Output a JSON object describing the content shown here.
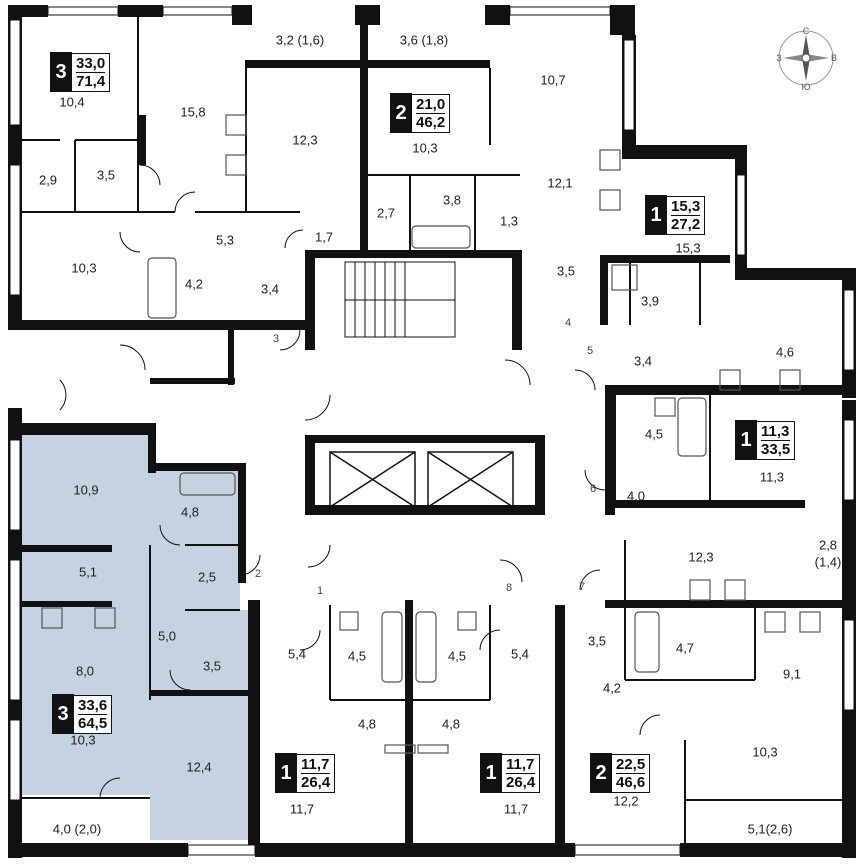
{
  "compass": {
    "n": "С",
    "s": "Ю",
    "w": "З",
    "e": "В"
  },
  "apartments": [
    {
      "id": "apt-top-left",
      "rooms": "3",
      "living": "33,0",
      "total": "71,4"
    },
    {
      "id": "apt-top-center",
      "rooms": "2",
      "living": "21,0",
      "total": "46,2"
    },
    {
      "id": "apt-top-right",
      "rooms": "1",
      "living": "15,3",
      "total": "27,2"
    },
    {
      "id": "apt-right-middle",
      "rooms": "1",
      "living": "11,3",
      "total": "33,5"
    },
    {
      "id": "apt-left-highlighted",
      "rooms": "3",
      "living": "33,6",
      "total": "64,5"
    },
    {
      "id": "apt-bottom-center-left",
      "rooms": "1",
      "living": "11,7",
      "total": "26,4"
    },
    {
      "id": "apt-bottom-center-right",
      "rooms": "1",
      "living": "11,7",
      "total": "26,4"
    },
    {
      "id": "apt-bottom-right",
      "rooms": "2",
      "living": "22,5",
      "total": "46,6"
    }
  ],
  "room_areas": [
    "3,2 (1,6)",
    "3,6 (1,8)",
    "10,7",
    "10,4",
    "15,8",
    "12,3",
    "10,3",
    "12,1",
    "2,9",
    "3,5",
    "3,8",
    "2,7",
    "1,3",
    "15,3",
    "10,3",
    "5,3",
    "1,7",
    "4,2",
    "3,5",
    "3,4",
    "3,9",
    "3,4",
    "4,6",
    "4,5",
    "11,3",
    "10,9",
    "4,8",
    "4,0",
    "5,1",
    "2,5",
    "12,3",
    "2,8",
    "(1,4)",
    "8,0",
    "5,0",
    "3,5",
    "5,4",
    "4,5",
    "4,5",
    "5,4",
    "3,5",
    "4,7",
    "9,1",
    "4,2",
    "10,3",
    "12,4",
    "4,8",
    "4,8",
    "11,7",
    "11,7",
    "12,2",
    "10,3",
    "4,0 (2,0)",
    "5,1(2,6)"
  ],
  "door_numbers": [
    "1",
    "2",
    "3",
    "4",
    "5",
    "6",
    "7",
    "8"
  ],
  "colors": {
    "wall": "#111111",
    "highlight": "#c5d2df",
    "fixture": "#555555"
  }
}
